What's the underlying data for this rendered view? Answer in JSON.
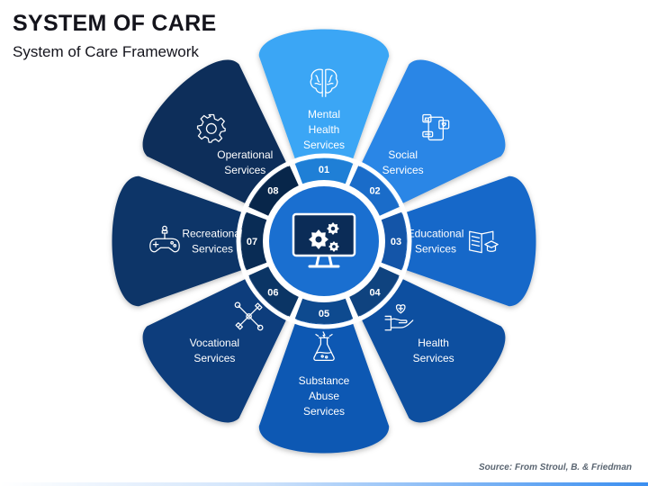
{
  "title": "SYSTEM OF CARE",
  "subtitle": "System of Care Framework",
  "source": "Source: From Stroul, B. & Friedman",
  "diagram": {
    "center_icon": "monitor-gears-icon",
    "segments": [
      {
        "number": "01",
        "lines": [
          "Mental",
          "Health",
          "Services"
        ],
        "icon": "brain-icon",
        "color": "#3ba6f5",
        "ring_color": "#1f7fd6"
      },
      {
        "number": "02",
        "lines": [
          "Social",
          "Services"
        ],
        "icon": "social-media-icon",
        "color": "#2b86e6",
        "ring_color": "#1a6cc9"
      },
      {
        "number": "03",
        "lines": [
          "Educational",
          "Services"
        ],
        "icon": "book-graduation-icon",
        "color": "#1768c9",
        "ring_color": "#1455a8"
      },
      {
        "number": "04",
        "lines": [
          "Health",
          "Services"
        ],
        "icon": "hand-heart-icon",
        "color": "#0d4fa0",
        "ring_color": "#0f437f"
      },
      {
        "number": "05",
        "lines": [
          "Substance",
          "Abuse",
          "Services"
        ],
        "icon": "flask-icon",
        "color": "#0c58b3",
        "ring_color": "#0e4a8f"
      },
      {
        "number": "06",
        "lines": [
          "Vocational",
          "Services"
        ],
        "icon": "tools-icon",
        "color": "#0b3e7c",
        "ring_color": "#0b3565"
      },
      {
        "number": "07",
        "lines": [
          "Recreational",
          "Services"
        ],
        "icon": "gamepad-icon",
        "color": "#0b3568",
        "ring_color": "#092c55"
      },
      {
        "number": "08",
        "lines": [
          "Operational",
          "Services"
        ],
        "icon": "gear-icon",
        "color": "#092d5a",
        "ring_color": "#08264a"
      }
    ]
  }
}
